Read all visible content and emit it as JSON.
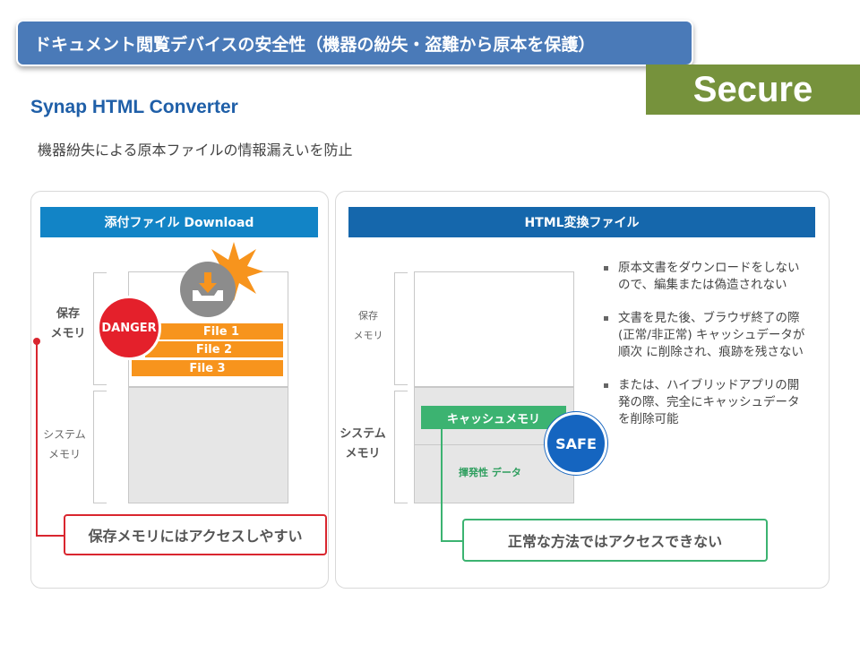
{
  "header": {
    "title": "ドキュメント閲覧デバイスの安全性（機器の紛失・盗難から原本を保護）",
    "badge": "Secure"
  },
  "subtitle": "Synap HTML Converter",
  "description": "機器紛失による原本ファイルの情報漏えいを防止",
  "left_panel": {
    "header": "添付ファイル Download",
    "storage_label": [
      "保存",
      "メモリ"
    ],
    "system_label": [
      "システム",
      "メモリ"
    ],
    "files": [
      "File 1",
      "File 2",
      "File 3"
    ],
    "danger_badge": "DANGER",
    "callout": "保存メモリにはアクセスしやすい"
  },
  "right_panel": {
    "header": "HTML変換ファイル",
    "storage_label": [
      "保存",
      "メモリ"
    ],
    "system_label": [
      "システム",
      "メモリ"
    ],
    "cache_label": "キャッシュメモリ",
    "volatile_label": "揮発性 データ",
    "safe_badge": "SAFE",
    "callout": "正常な方法ではアクセスできない",
    "bullets": [
      "原本文書をダウンロードをしないので、編集または偽造されない",
      "文書を見た後、ブラウザ終了の際 (正常/非正常) キャッシュデータが順次 に削除され、痕跡を残さない",
      "または、ハイブリッドアプリの開発の際、完全にキャッシュデータを削除可能"
    ]
  },
  "colors": {
    "title_bg": "#4a7ab8",
    "secure_bg": "#76923c",
    "subtitle": "#1f5fa8",
    "left_header": "#1284c6",
    "right_header": "#1567ac",
    "file_bar": "#f7941d",
    "danger": "#e4202b",
    "safe": "#1565c0",
    "cache": "#3cb371"
  },
  "icons": {
    "download": "download-tray-icon",
    "burst": "starburst-icon"
  }
}
